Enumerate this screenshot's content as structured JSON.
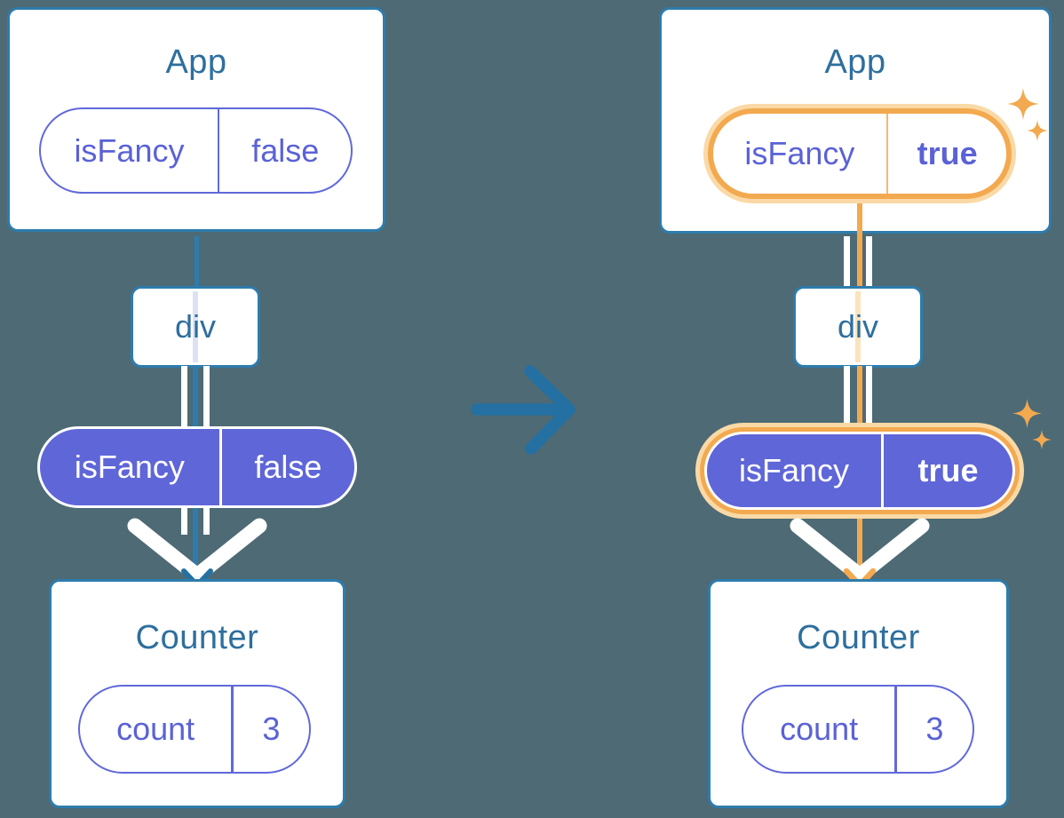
{
  "background_color": "#4D6A75",
  "palette": {
    "card_border_blue": "#2E7CAD",
    "heading_blue": "#2E6F9E",
    "arrow_blue": "#2470A2",
    "purple_text": "#5A62D6",
    "purple_fill": "#5F66D8",
    "purple_outline": "#6069DA",
    "highlight_orange": "#F3A94F",
    "highlight_peach": "#FAD9A6",
    "div_stripe_lavender": "#DCE2F4",
    "div_stripe_peach": "#FBE3BC"
  },
  "before": {
    "app": {
      "title": "App",
      "prop_name": "isFancy",
      "prop_value": "false"
    },
    "div": {
      "title": "div"
    },
    "passed_prop": {
      "name": "isFancy",
      "value": "false"
    },
    "counter": {
      "title": "Counter",
      "state_name": "count",
      "state_value": "3"
    }
  },
  "after": {
    "app": {
      "title": "App",
      "prop_name": "isFancy",
      "prop_value": "true"
    },
    "div": {
      "title": "div"
    },
    "passed_prop": {
      "name": "isFancy",
      "value": "true"
    },
    "counter": {
      "title": "Counter",
      "state_name": "count",
      "state_value": "3"
    }
  },
  "icons": {
    "transition_arrow": "right-arrow",
    "sparkles": "four-point-stars",
    "prop_flow_arrowhead": "down-chevron",
    "render_arrow": "wide-down-chevron"
  }
}
